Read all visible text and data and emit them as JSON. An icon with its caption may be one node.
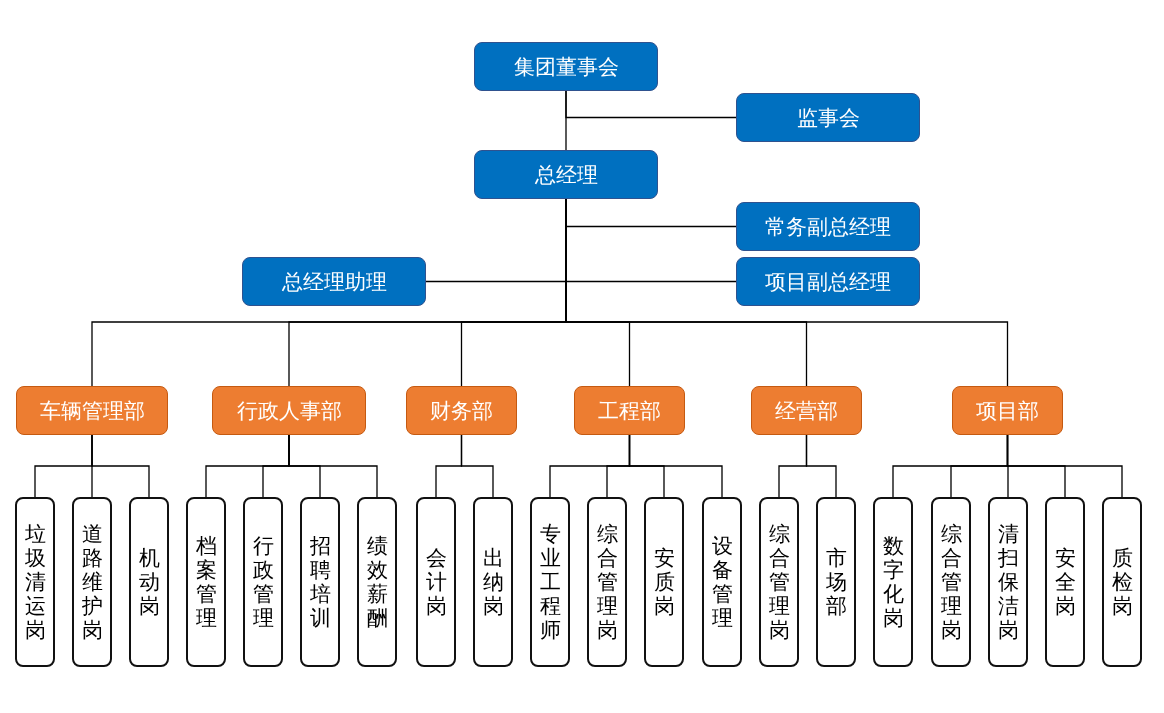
{
  "diagram": {
    "nodes": [
      {
        "text": [
          "集团董事会"
        ]
      },
      {
        "text": [
          "监事会"
        ]
      },
      {
        "text": [
          "总经理"
        ]
      },
      {
        "text": [
          "常务副总经理"
        ]
      },
      {
        "text": [
          "总经理助理"
        ]
      },
      {
        "text": [
          "项目副总经理"
        ]
      },
      {
        "text": [
          "车辆管理部"
        ]
      },
      {
        "text": [
          "行政人事部"
        ]
      },
      {
        "text": [
          "财务部"
        ]
      },
      {
        "text": [
          "工程部"
        ]
      },
      {
        "text": [
          "经营部"
        ]
      },
      {
        "text": [
          "项目部"
        ]
      },
      {
        "text": [
          "垃圾清运岗"
        ]
      },
      {
        "text": [
          "道路维护岗"
        ]
      },
      {
        "text": [
          "机动岗"
        ]
      },
      {
        "text": [
          "档案管理"
        ]
      },
      {
        "text": [
          "行政管理"
        ]
      },
      {
        "text": [
          "招聘培训"
        ]
      },
      {
        "text": [
          "绩效薪酬"
        ]
      },
      {
        "text": [
          "会计岗"
        ]
      },
      {
        "text": [
          "出纳岗"
        ]
      },
      {
        "text": [
          "专业工程师"
        ]
      },
      {
        "text": [
          "综合管理岗"
        ]
      },
      {
        "text": [
          "安质岗"
        ]
      },
      {
        "text": [
          "设备管理"
        ]
      },
      {
        "text": [
          "综合管理岗"
        ]
      },
      {
        "text": [
          "市场部"
        ]
      },
      {
        "text": [
          "数字化岗"
        ]
      },
      {
        "text": [
          "综合管理岗"
        ]
      },
      {
        "text": [
          "清扫保洁岗"
        ]
      },
      {
        "text": [
          "安全岗"
        ]
      },
      {
        "text": [
          "质检岗"
        ]
      }
    ],
    "edges": [
      {
        "from": 0,
        "to": 1,
        "arrow": "none"
      },
      {
        "from": 0,
        "to": 2,
        "arrow": "none"
      },
      {
        "from": 2,
        "to": 3,
        "arrow": "none"
      },
      {
        "from": 2,
        "to": 4,
        "arrow": "none"
      },
      {
        "from": 2,
        "to": 5,
        "arrow": "none"
      },
      {
        "from": 2,
        "to": 6,
        "arrow": "none"
      },
      {
        "from": 2,
        "to": 7,
        "arrow": "none"
      },
      {
        "from": 2,
        "to": 8,
        "arrow": "none"
      },
      {
        "from": 2,
        "to": 9,
        "arrow": "none"
      },
      {
        "from": 2,
        "to": 10,
        "arrow": "none"
      },
      {
        "from": 2,
        "to": 11,
        "arrow": "none"
      },
      {
        "from": 6,
        "to": 12,
        "arrow": "none"
      },
      {
        "from": 6,
        "to": 13,
        "arrow": "none"
      },
      {
        "from": 6,
        "to": 14,
        "arrow": "none"
      },
      {
        "from": 7,
        "to": 15,
        "arrow": "none"
      },
      {
        "from": 7,
        "to": 16,
        "arrow": "none"
      },
      {
        "from": 7,
        "to": 17,
        "arrow": "none"
      },
      {
        "from": 7,
        "to": 18,
        "arrow": "none"
      },
      {
        "from": 8,
        "to": 19,
        "arrow": "none"
      },
      {
        "from": 8,
        "to": 20,
        "arrow": "none"
      },
      {
        "from": 9,
        "to": 21,
        "arrow": "none"
      },
      {
        "from": 9,
        "to": 22,
        "arrow": "none"
      },
      {
        "from": 9,
        "to": 23,
        "arrow": "none"
      },
      {
        "from": 9,
        "to": 24,
        "arrow": "none"
      },
      {
        "from": 10,
        "to": 25,
        "arrow": "none"
      },
      {
        "from": 10,
        "to": 26,
        "arrow": "none"
      },
      {
        "from": 11,
        "to": 27,
        "arrow": "none"
      },
      {
        "from": 11,
        "to": 28,
        "arrow": "none"
      },
      {
        "from": 11,
        "to": 29,
        "arrow": "none"
      },
      {
        "from": 11,
        "to": 30,
        "arrow": "none"
      },
      {
        "from": 11,
        "to": 31,
        "arrow": "none"
      }
    ]
  }
}
